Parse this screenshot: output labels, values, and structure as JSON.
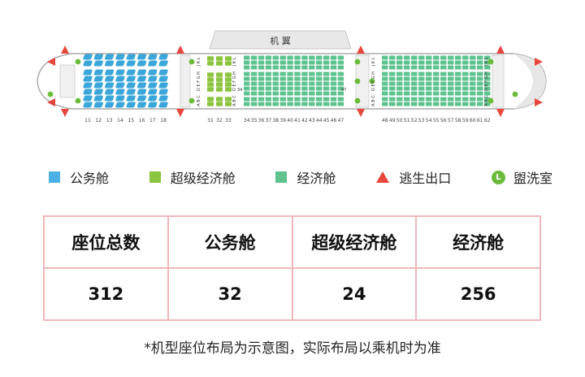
{
  "wing_label": "机 翼",
  "seat_rows": {
    "business": [
      "11",
      "12",
      "13",
      "14",
      "15",
      "16",
      "17",
      "18"
    ],
    "super_economy": [
      "31",
      "32",
      "33"
    ],
    "economy_a": [
      "34",
      "35",
      "36",
      "37",
      "38",
      "39",
      "40",
      "41",
      "42",
      "43",
      "44",
      "45",
      "46",
      "47"
    ],
    "economy_b": [
      "48",
      "49",
      "50",
      "51",
      "52",
      "53",
      "54",
      "55",
      "56",
      "57",
      "58",
      "59",
      "60",
      "61",
      "62"
    ]
  },
  "seat_letter_groups": {
    "top": "J K L",
    "middle": "D E F G H",
    "bottom": "A B C"
  },
  "row_annotations": [
    "34",
    "47"
  ],
  "legend": [
    {
      "label": "公务舱",
      "kind": "square",
      "color": "#4ab0e6"
    },
    {
      "label": "超级经济舱",
      "kind": "square",
      "color": "#8cc43f"
    },
    {
      "label": "经济舱",
      "kind": "square",
      "color": "#5ec38f"
    },
    {
      "label": "逃生出口",
      "kind": "triangle",
      "color": "#e8463c"
    },
    {
      "label": "盥洗室",
      "kind": "circle",
      "color": "#6bbb3b",
      "glyph": "L"
    }
  ],
  "table": {
    "headers": [
      "座位总数",
      "公务舱",
      "超级经济舱",
      "经济舱"
    ],
    "values": [
      "312",
      "32",
      "24",
      "256"
    ]
  },
  "note": "*机型座位布局为示意图，实际布局以乘机时为准",
  "colors": {
    "business": "#3aa6d9",
    "super_economy": "#8cc43f",
    "economy": "#5ec38f",
    "exit": "#e8463c",
    "lavatory": "#6bbb3b",
    "table_border": "#f1b7b9"
  }
}
